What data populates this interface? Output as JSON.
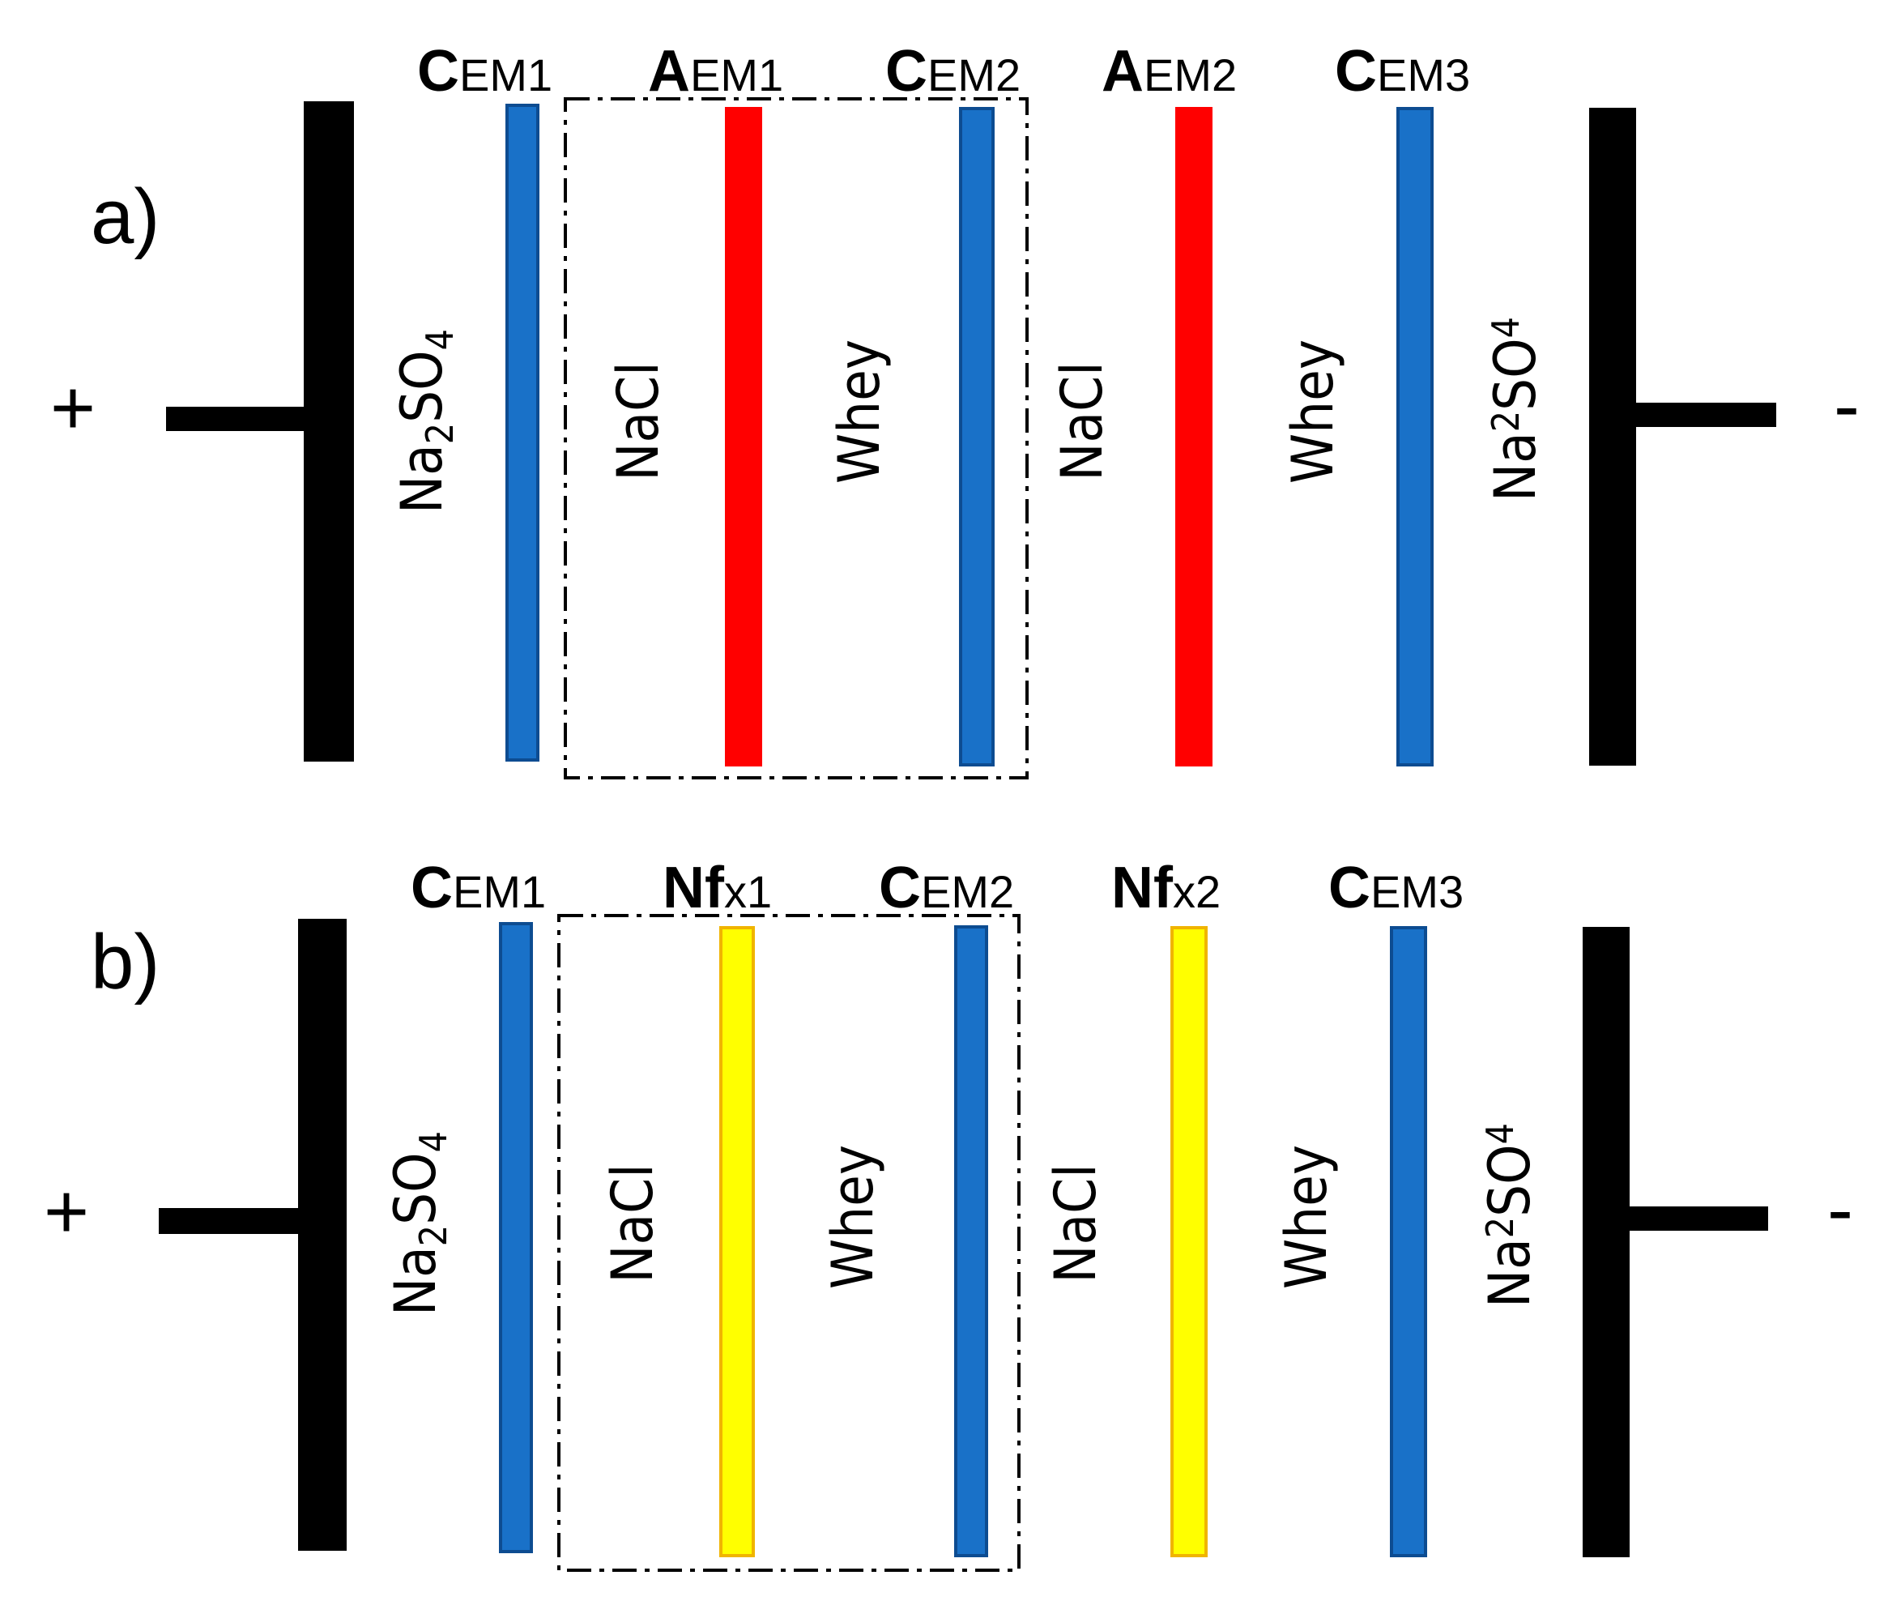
{
  "colors": {
    "cem_fill": "#1971c8",
    "cem_stroke": "#0d4c91",
    "aem_fill": "#ff0000",
    "nfx_fill": "#ffff00",
    "nfx_stroke": "#f0b400",
    "electrode": "#000000"
  },
  "panels": [
    {
      "tag": "a)",
      "plus": "+",
      "minus": "-",
      "membranes": [
        {
          "kind": "cem",
          "cap": "C",
          "rest": "EM1"
        },
        {
          "kind": "aem",
          "cap": "A",
          "rest": "EM1"
        },
        {
          "kind": "cem",
          "cap": "C",
          "rest": "EM2"
        },
        {
          "kind": "aem",
          "cap": "A",
          "rest": "EM2"
        },
        {
          "kind": "cem",
          "cap": "C",
          "rest": "EM3"
        }
      ],
      "solutions": {
        "anolyte": {
          "base": "Na",
          "sub1": "2",
          "mid": "SO",
          "sub2": "4"
        },
        "s1": "NaCl",
        "s2": "Whey",
        "s3": "NaCl",
        "s4": "Whey",
        "catholyte": {
          "base": "Na",
          "sub1": "2",
          "mid": "SO",
          "sub2": "4"
        }
      }
    },
    {
      "tag": "b)",
      "plus": "+",
      "minus": "-",
      "membranes": [
        {
          "kind": "cem",
          "cap": "C",
          "rest": "EM1"
        },
        {
          "kind": "nfx",
          "cap": "Nf",
          "rest": "x1"
        },
        {
          "kind": "cem",
          "cap": "C",
          "rest": "EM2"
        },
        {
          "kind": "nfx",
          "cap": "Nf",
          "rest": "x2"
        },
        {
          "kind": "cem",
          "cap": "C",
          "rest": "EM3"
        }
      ],
      "solutions": {
        "anolyte": {
          "base": "Na",
          "sub1": "2",
          "mid": "SO",
          "sub2": "4"
        },
        "s1": "NaCl",
        "s2": "Whey",
        "s3": "NaCl",
        "s4": "Whey",
        "catholyte": {
          "base": "Na",
          "sub1": "2",
          "mid": "SO",
          "sub2": "4"
        }
      }
    }
  ]
}
